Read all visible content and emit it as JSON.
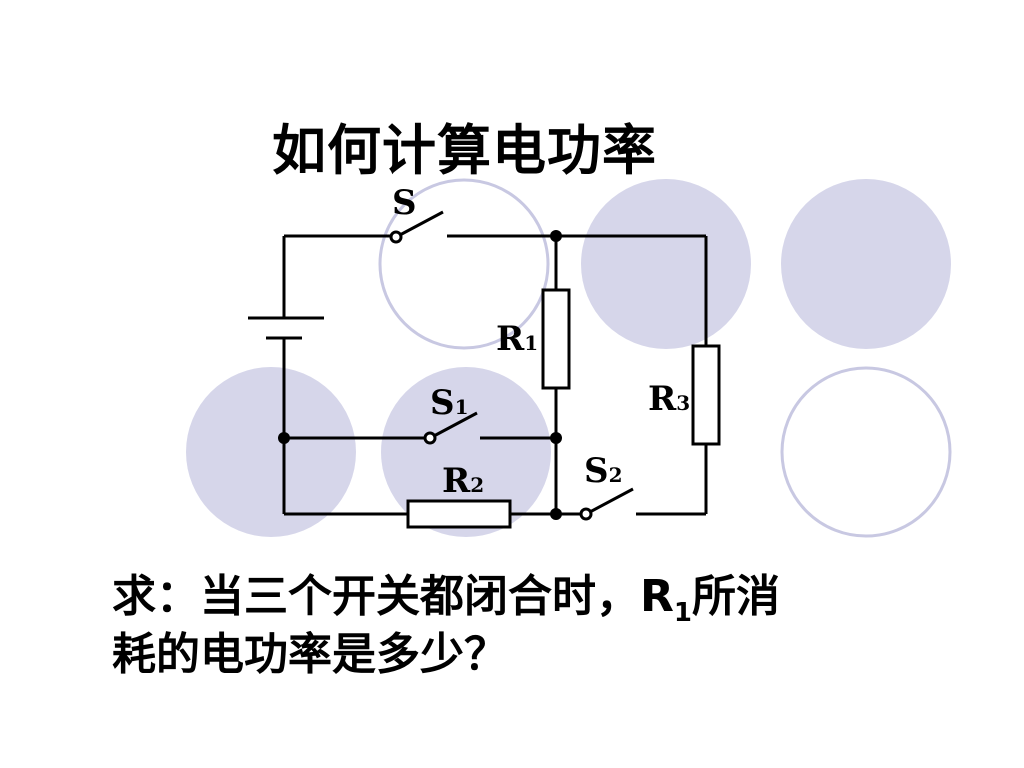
{
  "title": "如何计算电功率",
  "question": {
    "line1_before": "求：当三个开关都闭合时，R",
    "line1_sub": "1",
    "line1_after": "所消",
    "line2": "耗的电功率是多少？"
  },
  "circuit": {
    "switch_s": {
      "main": "S",
      "sub": ""
    },
    "switch_s1": {
      "main": "S",
      "sub": "1"
    },
    "switch_s2": {
      "main": "S",
      "sub": "2"
    },
    "resistor_r1": {
      "main": "R",
      "sub": "1"
    },
    "resistor_r2": {
      "main": "R",
      "sub": "2"
    },
    "resistor_r3": {
      "main": "R",
      "sub": "3"
    }
  },
  "colors": {
    "circle_fill": "#d6d6ea",
    "circle_outline": "#c8c8e2",
    "wire": "#000000"
  }
}
